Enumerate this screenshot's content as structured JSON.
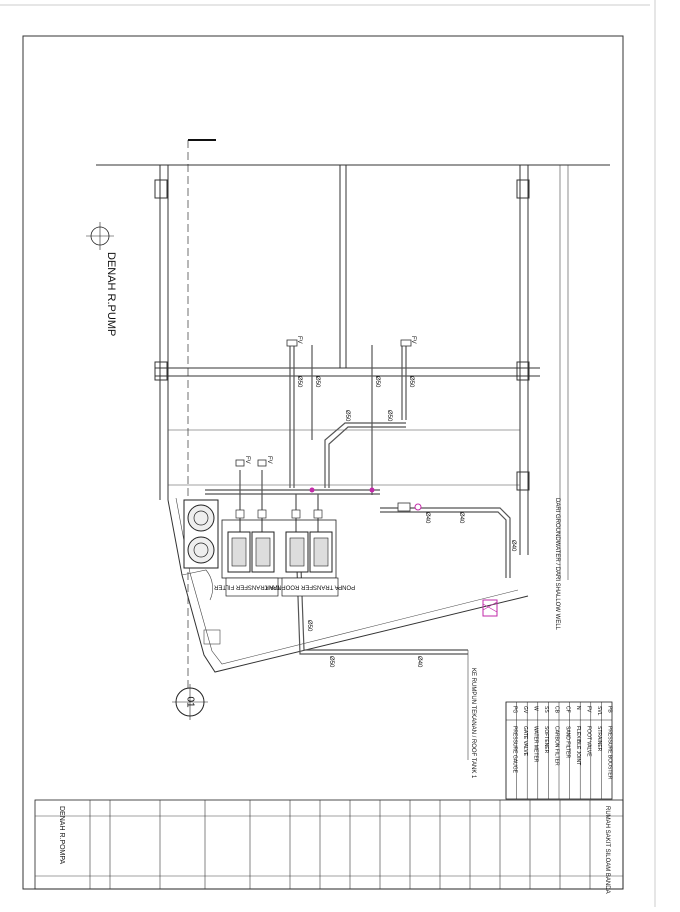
{
  "plan": {
    "title": "DENAH R.PUMP",
    "pump_labels": [
      "PONPA TRANSFER FILTER",
      "PONPA TRANSFER ROOF TANK"
    ],
    "note_right": "KE RUMPUN TEKANAN / ROOF TANK 1",
    "note_vertical": "DARI GROUNDWATER / DARI SHALLOW WELL",
    "section_marker": "01",
    "pipe_sizes": [
      "Ø50",
      "Ø50",
      "Ø50",
      "Ø50",
      "Ø50",
      "Ø50",
      "Ø40",
      "Ø40",
      "Ø40",
      "Ø50",
      "Ø50",
      "Ø40"
    ],
    "valve_tag": "FV"
  },
  "legend": {
    "items": [
      {
        "code": "PB",
        "text": "PRESSURE BOOSTER"
      },
      {
        "code": "SVL",
        "text": "STRAINER"
      },
      {
        "code": "FV",
        "text": "FOOT VALVE"
      },
      {
        "code": "N",
        "text": "FLEXIBLE JOINT"
      },
      {
        "code": "CF",
        "text": "SAND FILTER"
      },
      {
        "code": "CB",
        "text": "CARBON FILTER"
      },
      {
        "code": "SS",
        "text": "SOFTENER"
      },
      {
        "code": "W",
        "text": "WATER METER"
      },
      {
        "code": "GV",
        "text": "GATE VALVE"
      },
      {
        "code": "PG",
        "text": "PRESSURE GAUGE"
      }
    ]
  },
  "title_block": {
    "project": "RUMAH SAKIT SILOAM BANDA",
    "drawing_title": "DENAH R.POMPA"
  }
}
